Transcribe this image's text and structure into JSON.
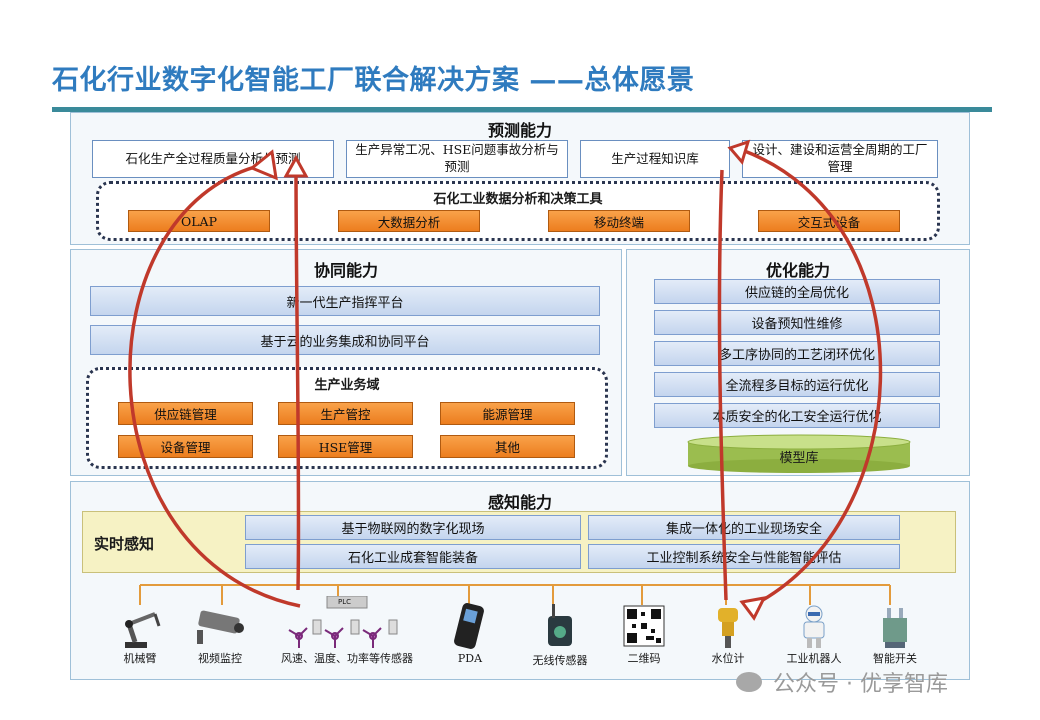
{
  "title": "石化行业数字化智能工厂联合解决方案 ——总体愿景",
  "prediction": {
    "title": "预测能力",
    "boxes": [
      "石化生产全过程质量分析与预测",
      "生产异常工况、HSE问题事故分析与预测",
      "生产过程知识库",
      "设计、建设和运营全周期的工厂管理"
    ],
    "tools_title": "石化工业数据分析和决策工具",
    "tools": [
      "OLAP",
      "大数据分析",
      "移动终端",
      "交互式设备"
    ]
  },
  "collab": {
    "title": "协同能力",
    "bars": [
      "新一代生产指挥平台",
      "基于云的业务集成和协同平台"
    ],
    "domain_title": "生产业务域",
    "domain_items": [
      "供应链管理",
      "生产管控",
      "能源管理",
      "设备管理",
      "HSE管理",
      "其他"
    ]
  },
  "optimize": {
    "title": "优化能力",
    "bars": [
      "供应链的全局优化",
      "设备预知性维修",
      "多工序协同的工艺闭环优化",
      "全流程多目标的运行优化",
      "本质安全的化工安全运行优化"
    ],
    "db_label": "模型库"
  },
  "perception": {
    "title": "感知能力",
    "realtime_label": "实时感知",
    "bars": [
      "基于物联网的数字化现场",
      "集成一体化的工业现场安全",
      "石化工业成套智能装备",
      "工业控制系统安全与性能智能评估"
    ],
    "plc_label": "PLC",
    "devices": [
      "机械臂",
      "视频监控",
      "风速、温度、功率等传感器",
      "PDA",
      "无线传感器",
      "二维码",
      "水位计",
      "工业机器人",
      "智能开关"
    ]
  },
  "watermark": "公众号 · 优享智库",
  "colors": {
    "title": "#2f7bbf",
    "orange": "#ec7d1e",
    "arrow": "#c0392b",
    "bar": "#c4d5ee"
  }
}
